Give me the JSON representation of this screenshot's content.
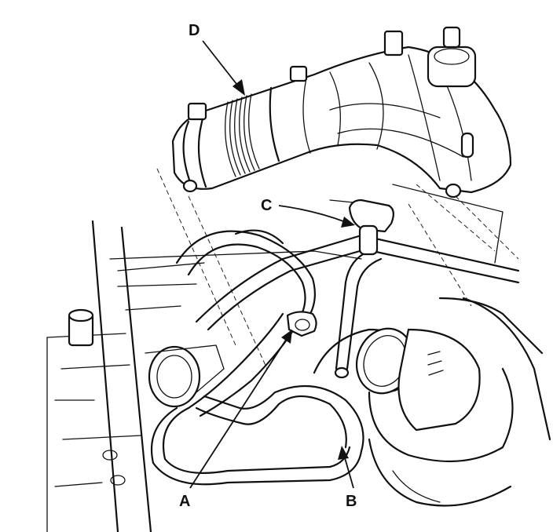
{
  "diagram": {
    "callouts": {
      "a": "A",
      "b": "B",
      "c": "C",
      "d": "D"
    }
  }
}
